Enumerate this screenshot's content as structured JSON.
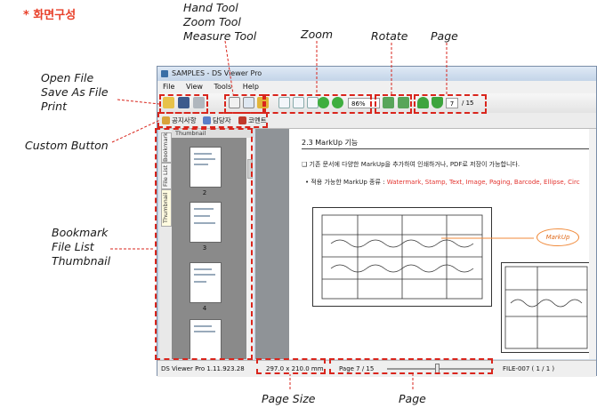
{
  "heading": "* 화면구성",
  "callouts": {
    "hand_tool": "Hand Tool",
    "zoom_tool": "Zoom Tool",
    "measure_tool": "Measure Tool",
    "zoom": "Zoom",
    "rotate": "Rotate",
    "page_top": "Page",
    "open_file": "Open File",
    "save_as_file": "Save As File",
    "print": "Print",
    "custom_button": "Custom Button",
    "bookmark": "Bookmark",
    "file_list": "File List",
    "thumbnail": "Thumbnail",
    "page_size": "Page Size",
    "page_bottom": "Page"
  },
  "window": {
    "title": "SAMPLES - DS Viewer Pro",
    "menu": [
      "File",
      "View",
      "Tools",
      "Help"
    ],
    "zoom_value": "86%",
    "current_page": "7",
    "page_total": "/ 15",
    "custom_buttons": [
      "공지사항",
      "담당자",
      "코멘트"
    ],
    "side_tabs": [
      "Bookmark",
      "File List",
      "Thumbnail"
    ],
    "thumb_header": "Thumbnail",
    "thumb_numbers": [
      "2",
      "3",
      "4"
    ],
    "doc": {
      "title": "2.3 MarkUp 기능",
      "line1": "❑ 기존 문서에 다양한 MarkUp을 추가하여 인쇄하거나, PDF로 저장이 가능합니다.",
      "line2_prefix": "• 적용 가능한 MarkUp 종류 : ",
      "line2_red": "Watermark, Stamp, Text, Image, Paging, Barcode, Ellipse, Circ",
      "markup_label": "MarkUp"
    },
    "status": {
      "version": "DS Viewer Pro 1.11.923.28",
      "size": "297.0 x 210.0 mm",
      "page": "Page 7 / 15",
      "file": "FILE-007   ( 1 / 1 )"
    }
  },
  "colors": {
    "callout_red": "#d9251c",
    "heading": "#e8402a",
    "markup_text": "#e3342f"
  }
}
